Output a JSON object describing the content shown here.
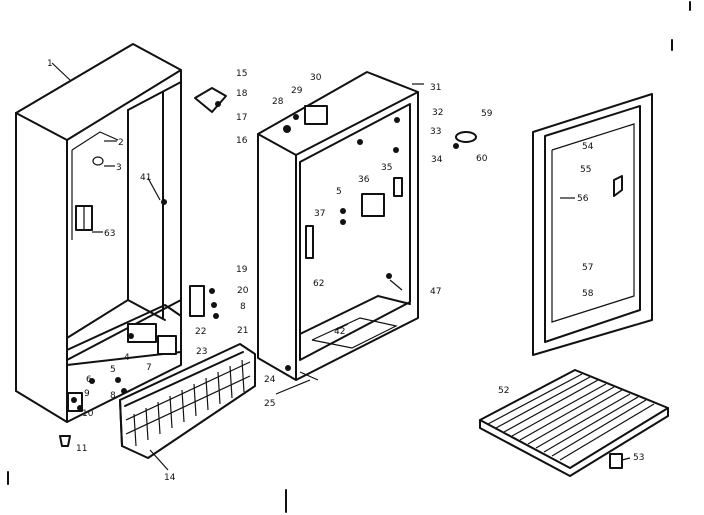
{
  "callouts": {
    "n1": "1",
    "n2": "2",
    "n3": "3",
    "n4": "4",
    "n5": "5",
    "n5b": "5",
    "n6": "6",
    "n7": "7",
    "n8": "8",
    "n9": "9",
    "n10": "10",
    "n11": "11",
    "n14": "14",
    "n15": "15",
    "n16": "16",
    "n17": "17",
    "n18": "18",
    "n19": "19",
    "n20": "20",
    "n21": "21",
    "n22": "22",
    "n23": "23",
    "n24": "24",
    "n25": "25",
    "n28": "28",
    "n29": "29",
    "n30": "30",
    "n31": "31",
    "n32": "32",
    "n33": "33",
    "n34": "34",
    "n35": "35",
    "n36": "36",
    "n37": "37",
    "n41": "41",
    "n42": "42",
    "n47": "47",
    "n52": "52",
    "n53": "53",
    "n54": "54",
    "n55": "55",
    "n56": "56",
    "n57": "57",
    "n58": "58",
    "n59": "59",
    "n60": "60",
    "n62": "62",
    "n63": "63",
    "n8b": "8"
  }
}
